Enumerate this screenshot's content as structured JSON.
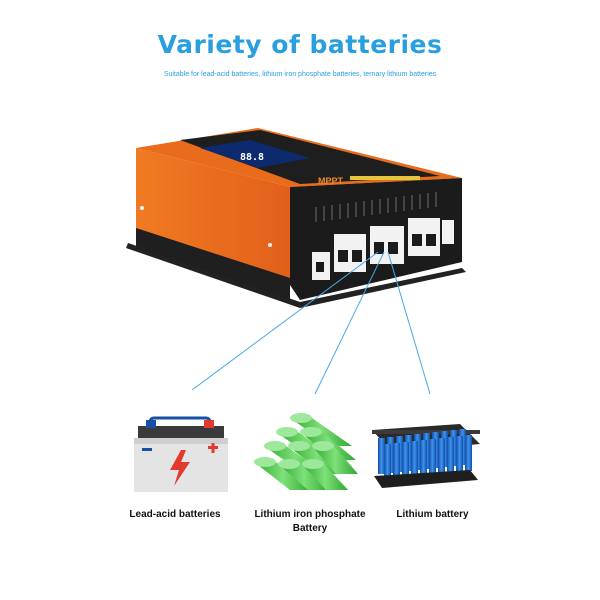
{
  "header": {
    "title": "Variety of batteries",
    "subtitle": "Suitable for lead-acid batteries, lithium iron phosphate batteries, ternary lithium batteries"
  },
  "product": {
    "display_reading": "88.8",
    "brand_label": "MPPT",
    "colors": {
      "body": "#ee6a1b",
      "frame": "#1c1c1c",
      "screen": "#0e2a6e"
    }
  },
  "batteries": [
    {
      "name": "Lead-acid batteries",
      "line1": "Lead-acid batteries",
      "line2": ""
    },
    {
      "name": "Lithium iron phosphate Battery",
      "line1": "Lithium iron phosphate",
      "line2": "Battery"
    },
    {
      "name": "Lithium battery",
      "line1": "Lithium battery",
      "line2": ""
    }
  ],
  "colors": {
    "accent": "#2a9fe0",
    "cell_green": "#3ec23e",
    "cell_blue": "#1e6fd0"
  }
}
